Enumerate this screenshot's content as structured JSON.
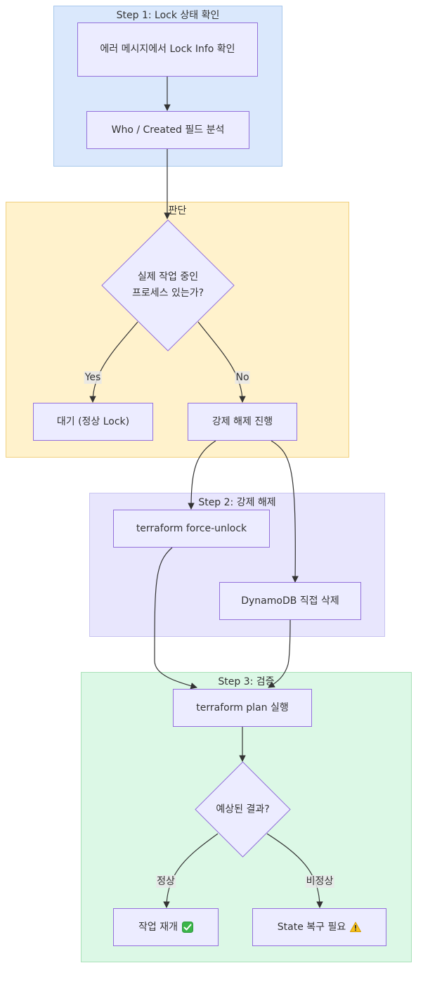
{
  "clusters": {
    "step1": "Step 1: Lock 상태 확인",
    "judge": "판단",
    "step2": "Step 2: 강제 해제",
    "step3": "Step 3: 검증"
  },
  "nodes": {
    "lock_info": "에러 메시지에서 Lock Info 확인",
    "who_created": "Who / Created 필드 분석",
    "decision_process_line1": "실제 작업 중인",
    "decision_process_line2": "프로세스 있는가?",
    "wait": "대기 (정상 Lock)",
    "force_proceed": "강제 해제 진행",
    "force_unlock": "terraform force-unlock",
    "dynamodb_delete": "DynamoDB 직접 삭제",
    "plan_run": "terraform plan 실행",
    "decision_result": "예상된 결과?",
    "resume": "작업 재개",
    "state_recover": "State 복구 필요"
  },
  "edge_labels": {
    "yes": "Yes",
    "no": "No",
    "normal": "정상",
    "abnormal": "비정상"
  },
  "icons": {
    "resume": "check-mark-button-icon",
    "state_recover": "warning-icon"
  },
  "colors": {
    "node_fill": "#ececff",
    "node_border": "#9370db",
    "step1_fill": "#dae8fc",
    "step1_border": "#a8c8ec",
    "judge_fill": "#fff2cc",
    "judge_border": "#f0d080",
    "step2_fill": "#e8e6fd",
    "step2_border": "#c8c4f0",
    "step3_fill": "#dcf8e6",
    "step3_border": "#a8e0b8",
    "edge": "#333333"
  }
}
